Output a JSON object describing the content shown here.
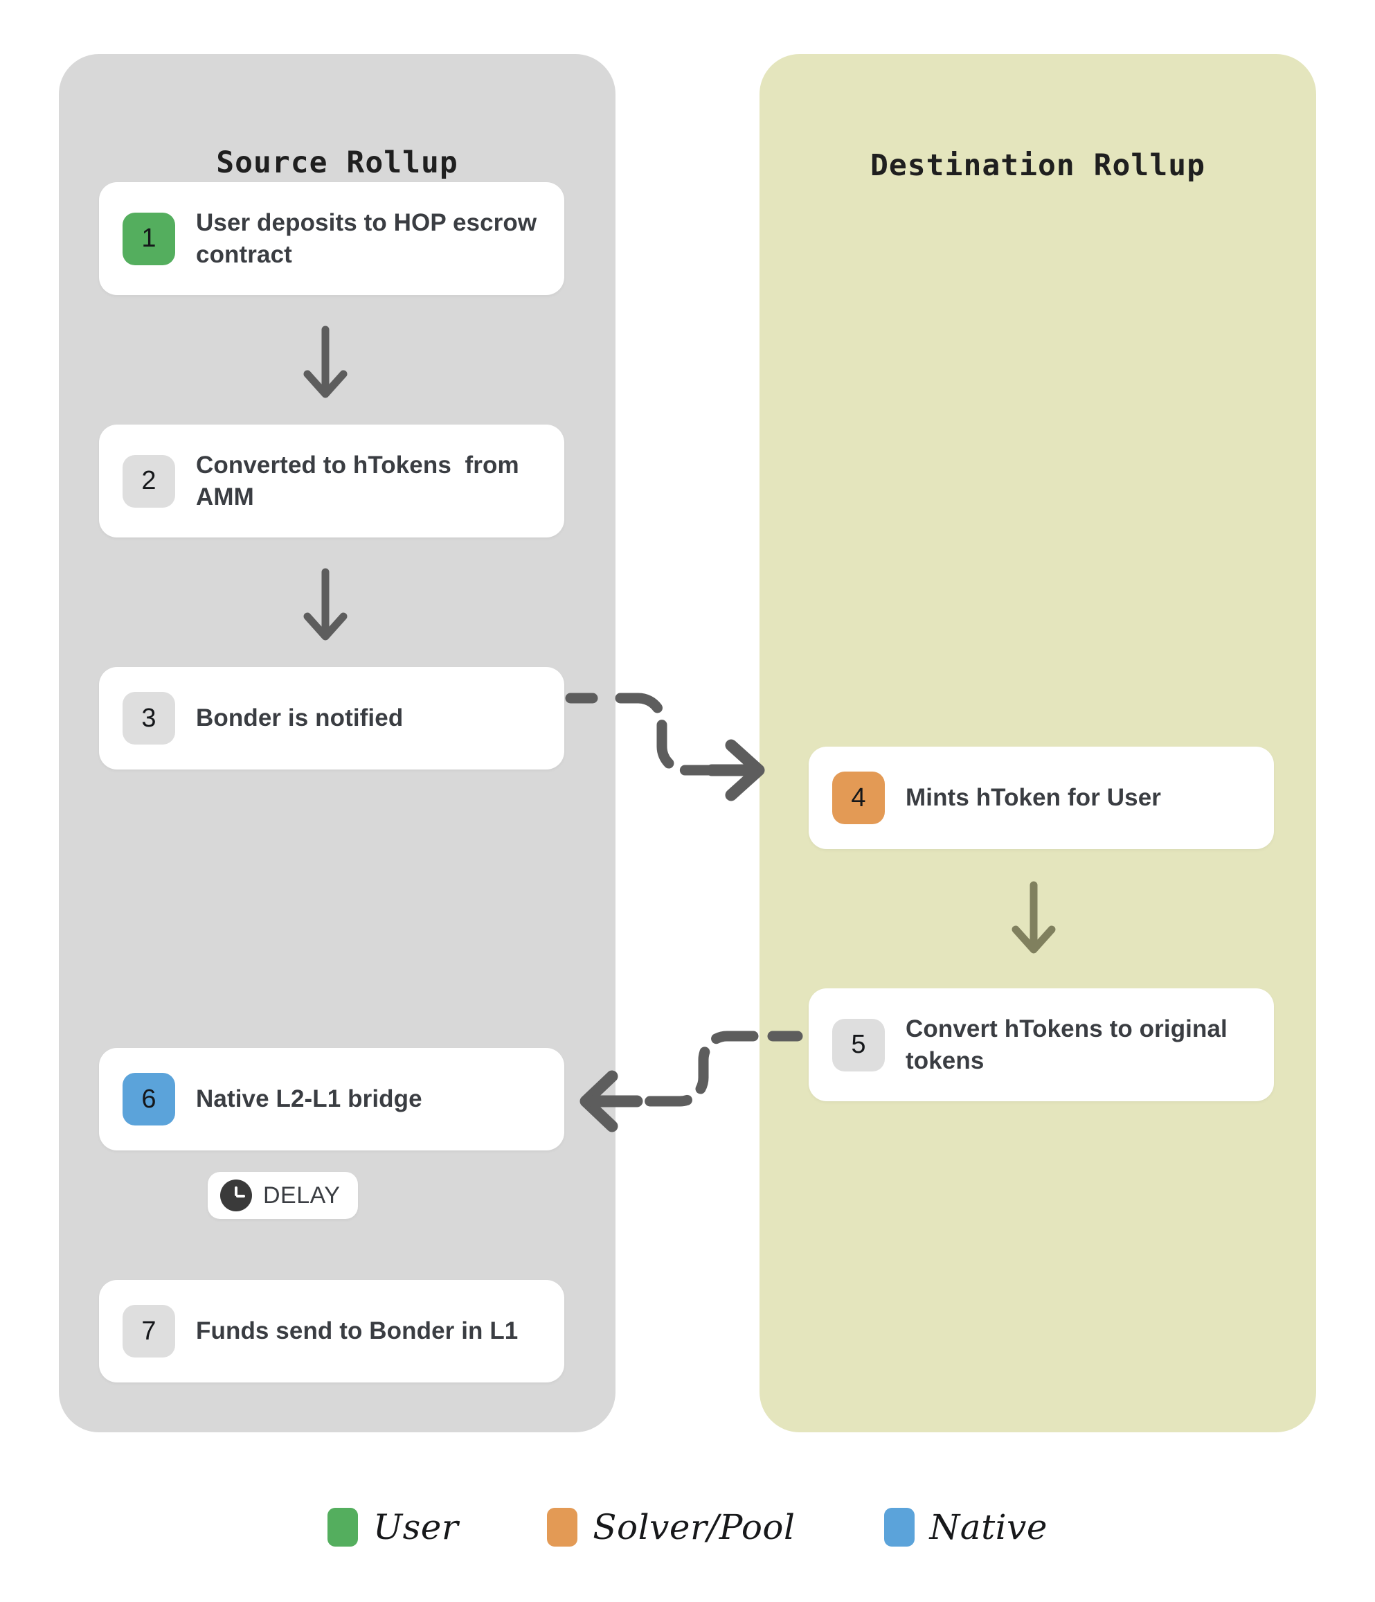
{
  "diagram": {
    "title": "HOP bridge flow between rollups",
    "colors": {
      "source_panel": "#d8d8d8",
      "destination_panel": "#e4e5bd",
      "card": "#ffffff",
      "badge_neutral": "#dedede",
      "user_green": "#54ae5e",
      "solver_orange": "#e39a55",
      "native_blue": "#5ba3da",
      "arrow_gray": "#5d5d5d",
      "arrow_olive": "#7f7f5f",
      "text": "#3a3d42"
    }
  },
  "source_panel": {
    "title": "Source Rollup",
    "steps": [
      {
        "number": "1",
        "label": "User deposits to HOP escrow contract",
        "badge": "user"
      },
      {
        "number": "2",
        "label": "Converted to hTokens  from AMM",
        "badge": "neutral"
      },
      {
        "number": "3",
        "label": "Bonder is notified",
        "badge": "neutral"
      },
      {
        "number": "6",
        "label": "Native L2-L1 bridge",
        "badge": "native"
      },
      {
        "number": "7",
        "label": "Funds send to Bonder in L1",
        "badge": "neutral"
      }
    ],
    "delay_badge": {
      "label": "DELAY",
      "icon": "clock-icon"
    }
  },
  "destination_panel": {
    "title": "Destination Rollup",
    "steps": [
      {
        "number": "4",
        "label": "Mints hToken for User",
        "badge": "solver"
      },
      {
        "number": "5",
        "label": "Convert hTokens to original tokens",
        "badge": "neutral"
      }
    ]
  },
  "arrows": {
    "source_1_to_2": "down-arrow-icon",
    "source_2_to_3": "down-arrow-icon",
    "dest_4_to_5": "down-arrow-icon",
    "connector_3_to_4": "dashed-curved-arrow-right-icon",
    "connector_5_to_6": "dashed-curved-arrow-left-icon"
  },
  "legend": {
    "items": [
      {
        "label": "User",
        "color": "#54ae5e"
      },
      {
        "label": "Solver/Pool",
        "color": "#e39a55"
      },
      {
        "label": "Native",
        "color": "#5ba3da"
      }
    ]
  }
}
